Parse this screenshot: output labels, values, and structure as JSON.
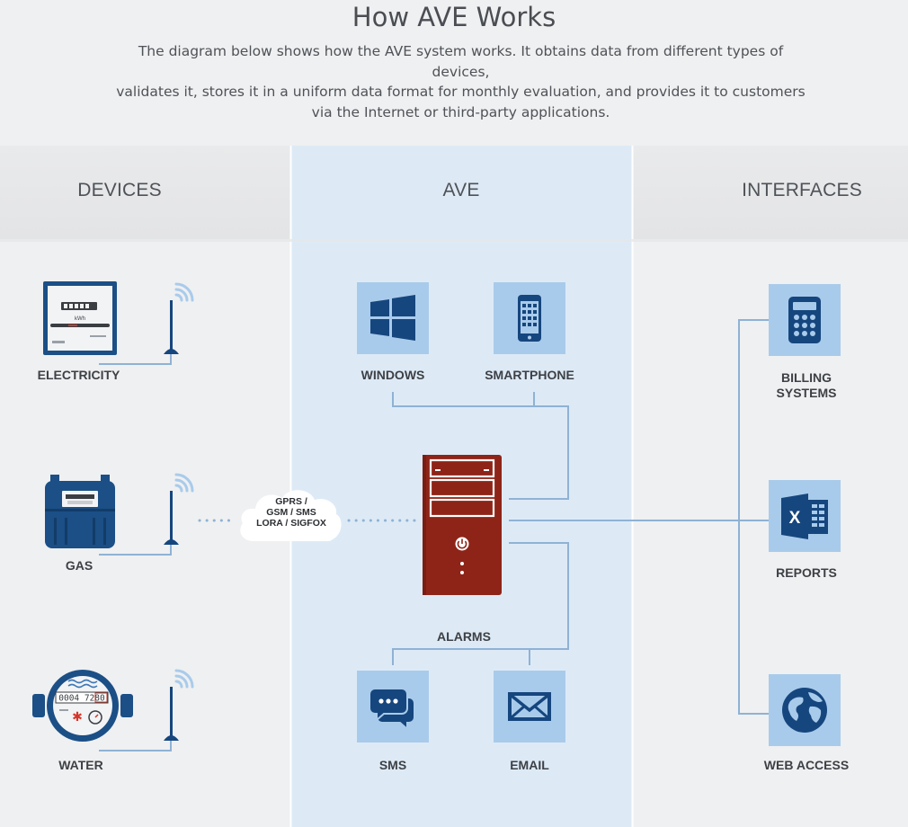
{
  "header": {
    "title": "How AVE Works",
    "intro_lines": [
      "The diagram below shows how the AVE system works. It obtains data from different types of devices,",
      "validates it, stores it in a uniform data format for monthly evaluation, and provides it to customers",
      "via the Internet or third-party applications."
    ]
  },
  "columns": {
    "devices": "DEVICES",
    "ave": "AVE",
    "interfaces": "INTERFACES"
  },
  "devices": {
    "electricity": "ELECTRICITY",
    "gas": "GAS",
    "water": "WATER"
  },
  "network": {
    "lines": [
      "GPRS /",
      "GSM / SMS",
      "LORA / SIGFOX"
    ]
  },
  "ave": {
    "windows": "WINDOWS",
    "smartphone": "SMARTPHONE",
    "alarms": "ALARMS",
    "sms": "SMS",
    "email": "EMAIL"
  },
  "interfaces": {
    "billing_lines": [
      "BILLING",
      "SYSTEMS"
    ],
    "reports": "REPORTS",
    "web_access": "WEB ACCESS"
  },
  "meters": {
    "electricity_unit": "kWh",
    "water_reading": "0004 7280"
  },
  "colors": {
    "background": "#eff0f1",
    "ave_column": "#ddeaf6",
    "tile": "#a9cbeb",
    "icon": "#16467e",
    "server": "#8e2418",
    "connector": "#8fb2d4"
  }
}
